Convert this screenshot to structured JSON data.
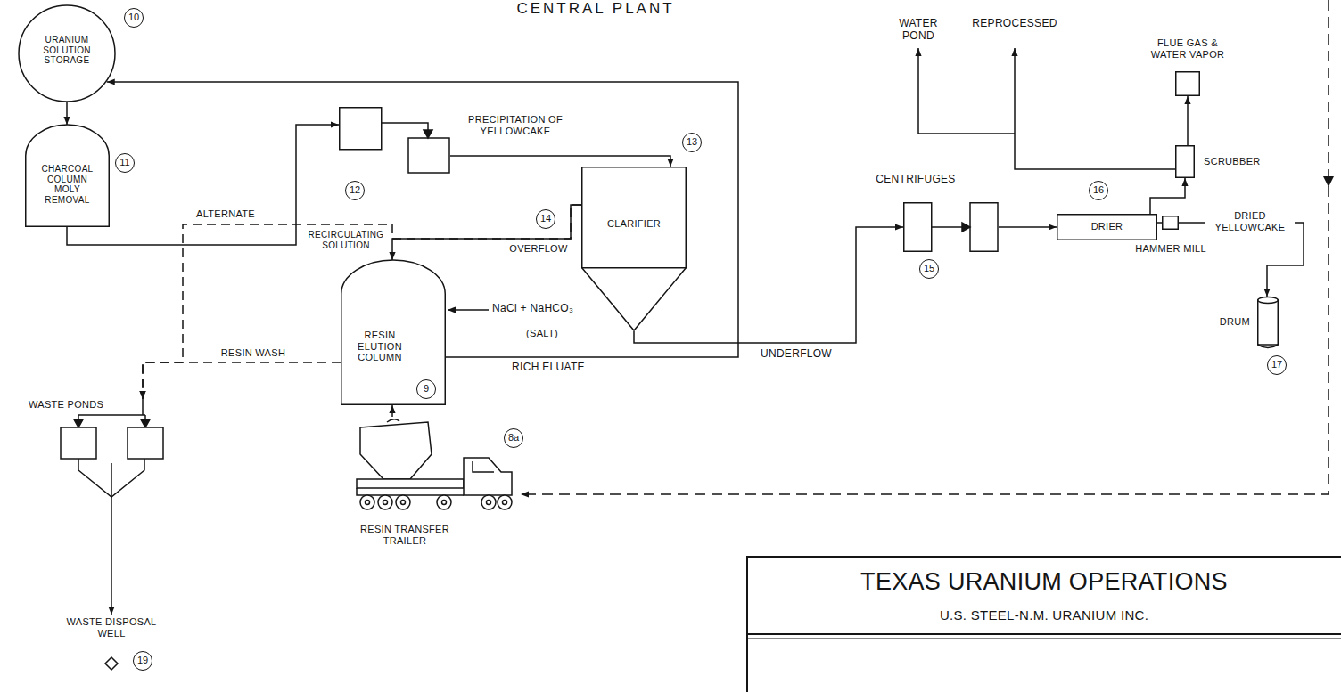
{
  "diagram": {
    "title": "CENTRAL PLANT",
    "nodes": [
      {
        "text": [
          "URANIUM SOLUTION STORAGE"
        ]
      },
      {
        "text": [
          "CHARCOAL COLUMN MOLY REMOVAL"
        ]
      },
      {
        "text": [
          "PRECIPITATION OF YELLOWCAKE"
        ]
      },
      {
        "text": [
          "CLARIFIER"
        ]
      },
      {
        "text": [
          "RESIN ELUTION COLUMN"
        ]
      },
      {
        "text": [
          "RESIN TRANSFER TRAILER"
        ]
      },
      {
        "text": [
          "CENTRIFUGES"
        ]
      },
      {
        "text": [
          "DRIER"
        ]
      },
      {
        "text": [
          "SCRUBBER"
        ]
      },
      {
        "text": [
          "HAMMER MILL"
        ]
      },
      {
        "text": [
          "DRUM"
        ]
      },
      {
        "text": [
          "WASTE PONDS"
        ]
      },
      {
        "text": [
          "WASTE DISPOSAL WELL"
        ]
      },
      {
        "text": [
          "FLUE GAS & WATER VAPOR"
        ]
      }
    ],
    "edges": [
      {
        "from": 0,
        "to": 1,
        "arrow": "to"
      },
      {
        "from": 1,
        "to": 2,
        "arrow": "to"
      },
      {
        "from": 2,
        "to": 3,
        "arrow": "to"
      },
      {
        "from": 3,
        "to": 4,
        "label": "OVERFLOW",
        "arrow": "to"
      },
      {
        "from": 3,
        "to": 11,
        "label": "ALTERNATE",
        "arrow": "to"
      },
      {
        "from": 4,
        "to": 11,
        "label": "RESIN WASH",
        "arrow": "to"
      },
      {
        "from": 4,
        "to": 0,
        "label": "RICH ELUATE",
        "arrow": "to"
      },
      {
        "from": 5,
        "to": 4,
        "arrow": "to"
      },
      {
        "from": 11,
        "to": 12,
        "arrow": "to"
      },
      {
        "from": 3,
        "to": 6,
        "label": "UNDERFLOW",
        "arrow": "to"
      },
      {
        "from": 6,
        "to": 7,
        "arrow": "to"
      },
      {
        "from": 7,
        "to": 8,
        "arrow": "to"
      },
      {
        "from": 8,
        "to": 13,
        "arrow": "to"
      },
      {
        "from": 7,
        "to": 9,
        "arrow": "none"
      },
      {
        "from": 9,
        "to": 10,
        "label": "DRIED YELLOWCAKE",
        "arrow": "to"
      }
    ],
    "labels": [
      "10",
      "11",
      "12",
      "RECIRCULATING SOLUTION",
      "13",
      "14",
      "NaCl + NaHCO₃",
      "(SALT)",
      "9",
      "8a",
      "WATER POND",
      "REPROCESSED",
      "15",
      "16",
      "17",
      "19",
      "TEXAS URANIUM OPERATIONS",
      "U.S. STEEL-N.M. URANIUM INC."
    ]
  }
}
